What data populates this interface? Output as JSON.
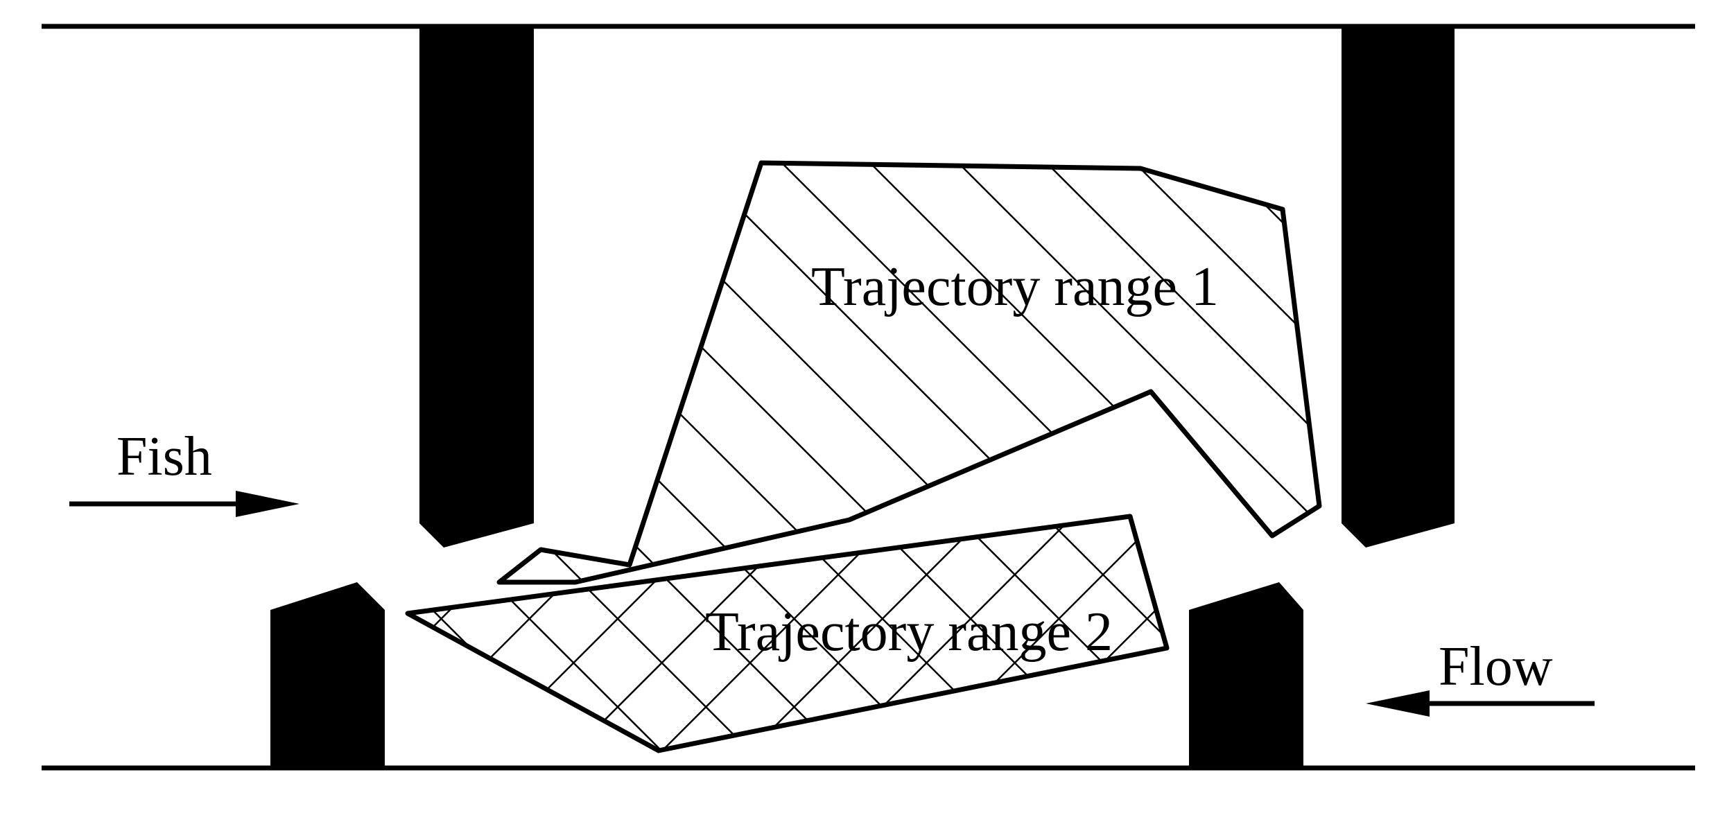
{
  "labels": {
    "trajectory_range_1": "Trajectory range 1",
    "trajectory_range_2": "Trajectory range 2",
    "fish": "Fish",
    "flow": "Flow"
  },
  "colors": {
    "background": "#ffffff",
    "ink": "#000000"
  }
}
